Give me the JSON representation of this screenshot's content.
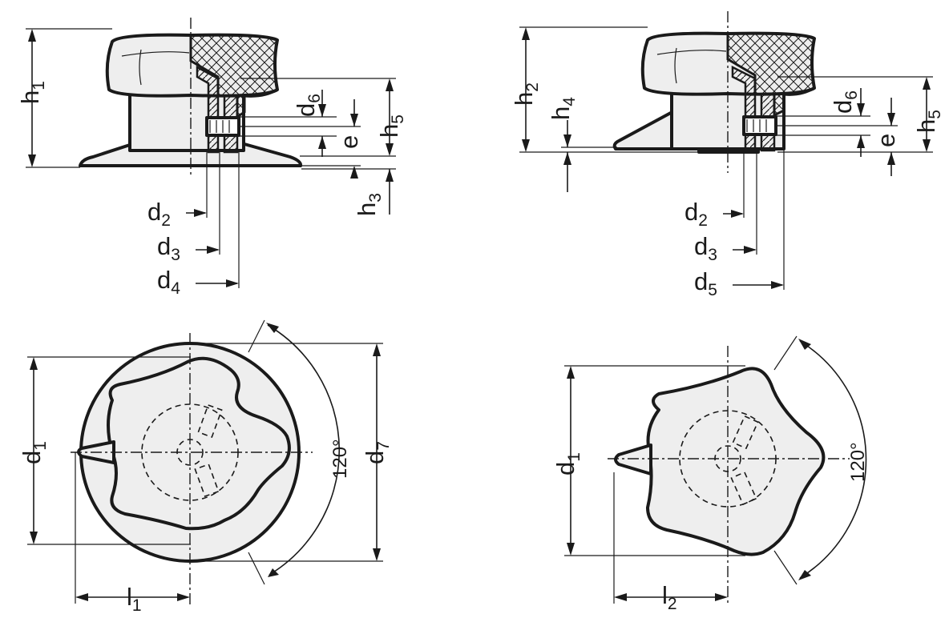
{
  "labels": {
    "h1": {
      "main": "h",
      "sub": "1"
    },
    "h2": {
      "main": "h",
      "sub": "2"
    },
    "h3": {
      "main": "h",
      "sub": "3"
    },
    "h4": {
      "main": "h",
      "sub": "4"
    },
    "h5_left": {
      "main": "h",
      "sub": "5"
    },
    "h5_right": {
      "main": "h",
      "sub": "5"
    },
    "d6_left": {
      "main": "d",
      "sub": "6"
    },
    "d6_right": {
      "main": "d",
      "sub": "6"
    },
    "e_left": "e",
    "e_right": "e",
    "d2_left": {
      "main": "d",
      "sub": "2"
    },
    "d3_left": {
      "main": "d",
      "sub": "3"
    },
    "d4": {
      "main": "d",
      "sub": "4"
    },
    "d2_right": {
      "main": "d",
      "sub": "2"
    },
    "d3_right": {
      "main": "d",
      "sub": "3"
    },
    "d5": {
      "main": "d",
      "sub": "5"
    },
    "d1_left": {
      "main": "d",
      "sub": "1"
    },
    "d7": {
      "main": "d",
      "sub": "7"
    },
    "l1": {
      "main": "l",
      "sub": "1"
    },
    "d1_right": {
      "main": "d",
      "sub": "1"
    },
    "l2": {
      "main": "l",
      "sub": "2"
    },
    "angle_left": "120°",
    "angle_right": "120°"
  }
}
